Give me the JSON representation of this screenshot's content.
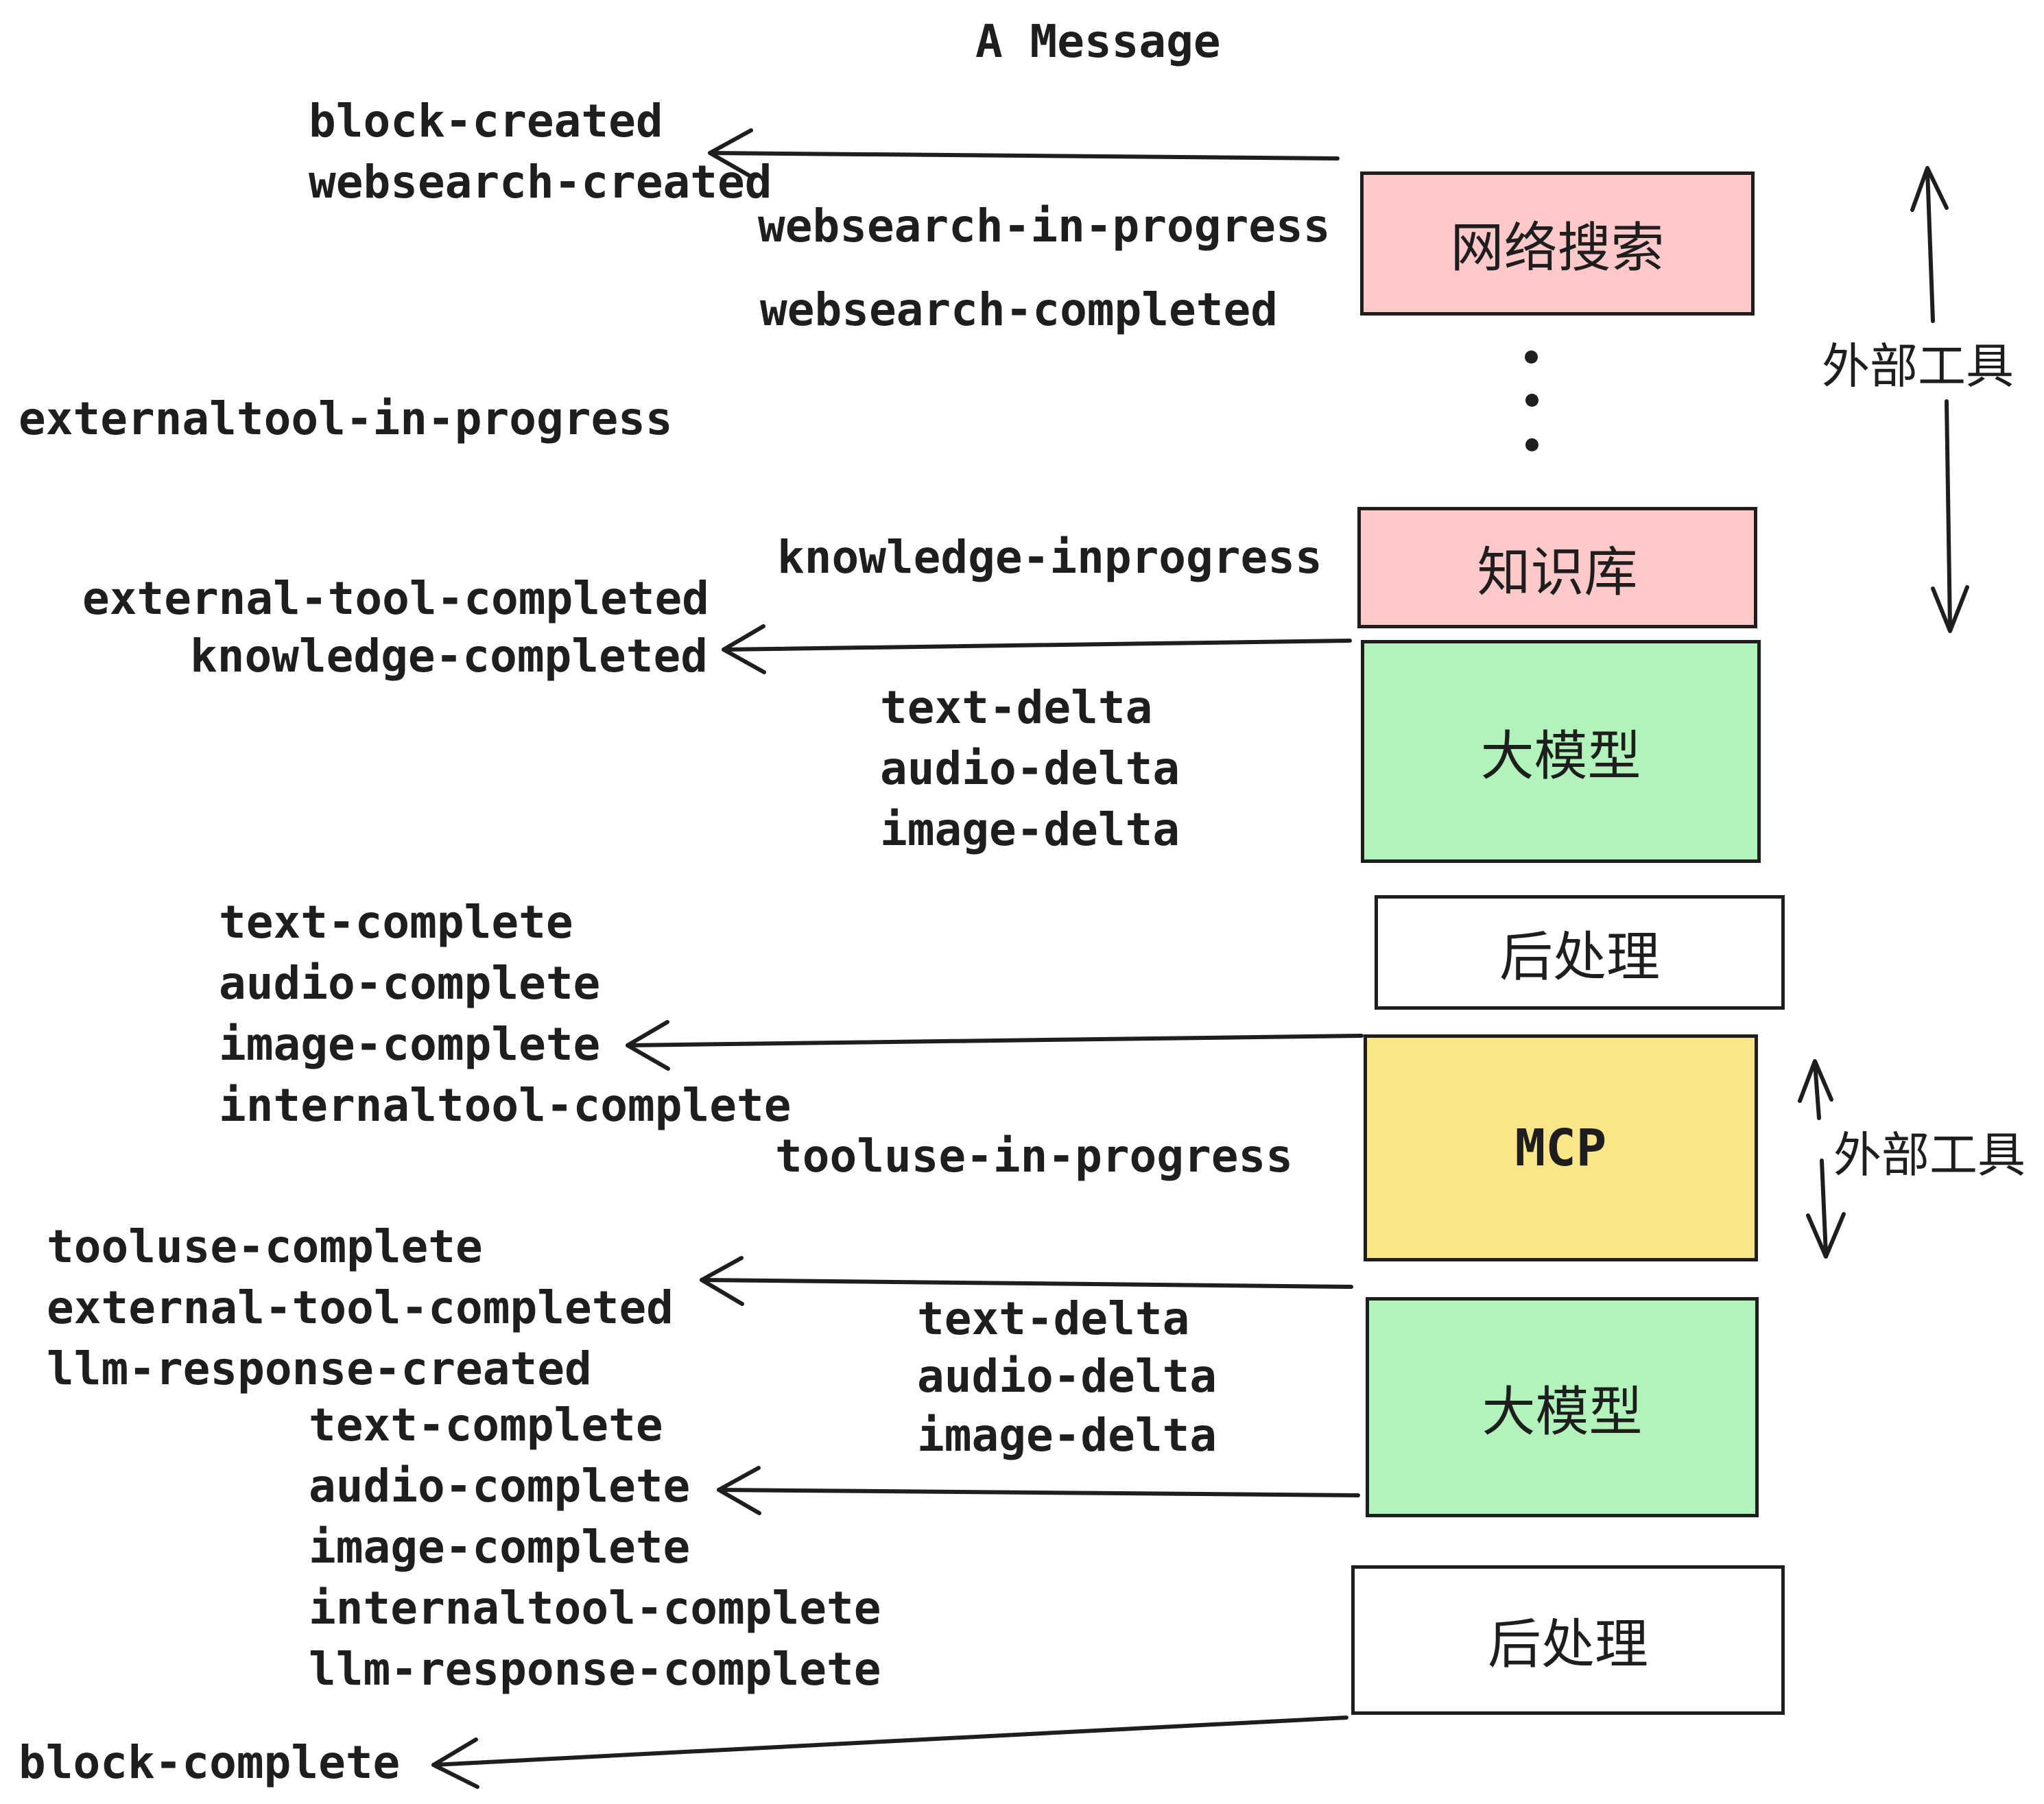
{
  "title": "A Message",
  "colors": {
    "ink": "#1e1e1e",
    "pink": "#ffc9c9",
    "green": "#b2f2bb",
    "yellow": "#fae588",
    "white": "#ffffff",
    "background": "#ffffff"
  },
  "boxes": [
    {
      "id": "websearch",
      "label": "网络搜索",
      "color": "pink"
    },
    {
      "id": "knowledge",
      "label": "知识库",
      "color": "pink"
    },
    {
      "id": "llm-1",
      "label": "大模型",
      "color": "green"
    },
    {
      "id": "postprocess-1",
      "label": "后处理",
      "color": "white"
    },
    {
      "id": "mcp",
      "label": "MCP",
      "color": "yellow"
    },
    {
      "id": "llm-2",
      "label": "大模型",
      "color": "green"
    },
    {
      "id": "postprocess-2",
      "label": "后处理",
      "color": "white"
    }
  ],
  "side_labels": [
    {
      "id": "external-tools-top",
      "text": "外部工具"
    },
    {
      "id": "external-tools-bottom",
      "text": "外部工具"
    }
  ],
  "events": [
    {
      "text": "block-created"
    },
    {
      "text": "websearch-created"
    },
    {
      "text": "websearch-in-progress"
    },
    {
      "text": "websearch-completed"
    },
    {
      "text": "externaltool-in-progress"
    },
    {
      "text": "knowledge-inprogress"
    },
    {
      "text": "external-tool-completed"
    },
    {
      "text": "knowledge-completed"
    },
    {
      "text": "text-delta"
    },
    {
      "text": "audio-delta"
    },
    {
      "text": "image-delta"
    },
    {
      "text": "text-complete"
    },
    {
      "text": "audio-complete"
    },
    {
      "text": "image-complete"
    },
    {
      "text": "internaltool-complete"
    },
    {
      "text": "tooluse-in-progress"
    },
    {
      "text": "tooluse-complete"
    },
    {
      "text": "external-tool-completed"
    },
    {
      "text": "llm-response-created"
    },
    {
      "text": "text-delta"
    },
    {
      "text": "audio-delta"
    },
    {
      "text": "image-delta"
    },
    {
      "text": "text-complete"
    },
    {
      "text": "audio-complete"
    },
    {
      "text": "image-complete"
    },
    {
      "text": "internaltool-complete"
    },
    {
      "text": "llm-response-complete"
    },
    {
      "text": "block-complete"
    }
  ],
  "ellipsis_dots": 3
}
